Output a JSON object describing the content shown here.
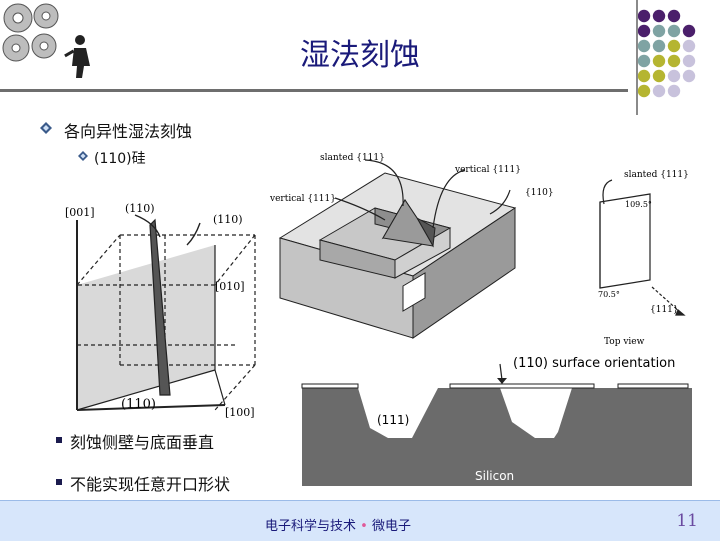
{
  "slide": {
    "title": "湿法刻蚀",
    "page_number": "11"
  },
  "content": {
    "bullet_1": "各向异性湿法刻蚀",
    "bullet_1_sub": "(110)硅",
    "bullet_2": "刻蚀侧壁与底面垂直",
    "bullet_3": "不能实现任意开口形状"
  },
  "figure_cube": {
    "label_001": "[001]",
    "label_110_top": "(110)",
    "label_110_right": "(110)",
    "label_010": "[010]",
    "label_110_bottom": "(110)",
    "label_100": "[100]"
  },
  "figure_iso": {
    "slanted_111": "slanted {111}",
    "vertical_111_top": "vertical {111}",
    "vertical_111_left": "vertical {111}",
    "plane_110": "{110}"
  },
  "figure_top": {
    "slanted_111": "slanted {111}",
    "angle_1": "109.5°",
    "angle_2": "70.5°",
    "axis_111": "{111}",
    "caption": "Top view"
  },
  "figure_section": {
    "orientation": "(110) surface orientation",
    "plane": "(111)",
    "material": "Silicon"
  },
  "footer": {
    "text_left": "电子科学与技术",
    "separator": "•",
    "text_right": "微电子"
  },
  "colors": {
    "title": "#1a1a7a",
    "dot_purple": "#4b1f6b",
    "dot_teal": "#7fa3a3",
    "dot_olive": "#b5b531",
    "dot_lavender": "#c8c2dc",
    "footer_bg": "#d7e6fb",
    "silicon": "#6b6b6b"
  }
}
